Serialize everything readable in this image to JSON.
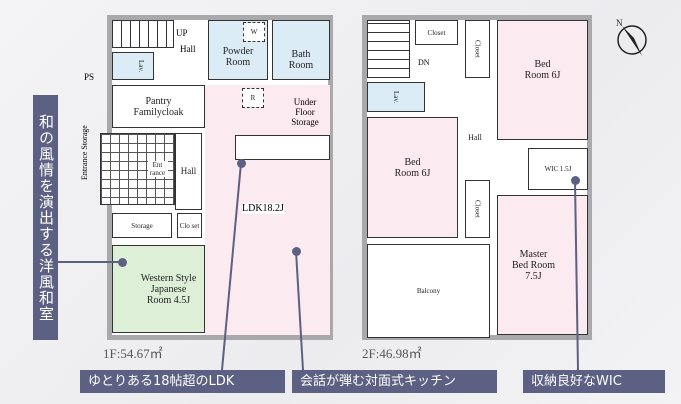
{
  "floor1": {
    "up": "UP",
    "hall_top": "Hall",
    "lav": "Lav.",
    "powder_room": "Powder Room",
    "w": "W",
    "bath_room": "Bath Room",
    "ps": "PS",
    "pantry": "Pantry Familycloak",
    "r": "R",
    "under_floor_storage": "Under Floor Storage",
    "entrance_storage": "Entrance Storage",
    "entrance": "Ent rance",
    "hall_bottom": "Hall",
    "ldk": "LDK18.2J",
    "storage": "Storage",
    "closet": "Clo set",
    "japanese_room": "Western Style Japanese Room 4.5J",
    "area": "1F:54.67㎡"
  },
  "floor2": {
    "closet_top": "Closet",
    "dn": "DN",
    "closet_vertical": "Closet",
    "bed_room_ne": "Bed Room 6J",
    "lav": "Lav.",
    "hall": "Hall",
    "bed_room_w": "Bed Room 6J",
    "wic": "WIC 1.5J",
    "closet_lower": "Closet",
    "master": "Master Bed Room 7.5J",
    "balcony": "Balcony",
    "area": "2F:46.98㎡"
  },
  "compass": {
    "north": "N"
  },
  "side_label": "和の風情を演出する洋風和室",
  "callouts": {
    "ldk": "ゆとりある18帖超のLDK",
    "kitchen": "会話が弾む対面式キッチン",
    "wic": "収納良好なWIC"
  }
}
